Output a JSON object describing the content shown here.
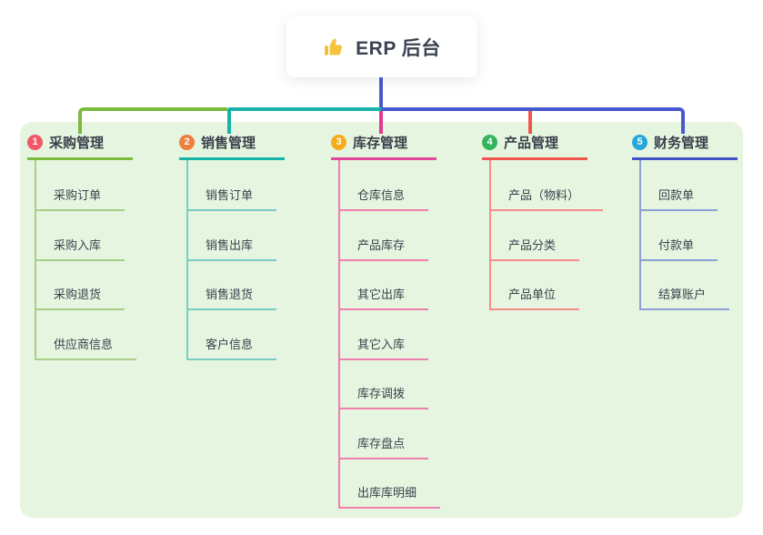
{
  "root": {
    "title": "ERP 后台",
    "icon": "thumbs-up-icon"
  },
  "colors": {
    "panel_bg": "#E5F5E0",
    "root_blue": "#4859CE",
    "green": "#7CBA3F",
    "teal": "#17B3A6",
    "magenta": "#E23A92",
    "red": "#F2544E",
    "title_text": "#3B4251",
    "item_text": "#3C414D",
    "thumb_gold": "#F5B82E"
  },
  "branches": [
    {
      "num": "1",
      "label": "采购管理",
      "badge_color": "#F25767",
      "line_color": "#7CBA3F",
      "item_line_color": "#A9CE87",
      "items": [
        "采购订单",
        "采购入库",
        "采购退货",
        "供应商信息"
      ]
    },
    {
      "num": "2",
      "label": "销售管理",
      "badge_color": "#EF7E3E",
      "line_color": "#17B3A6",
      "item_line_color": "#7ACCC6",
      "items": [
        "销售订单",
        "销售出库",
        "销售退货",
        "客户信息"
      ]
    },
    {
      "num": "3",
      "label": "库存管理",
      "badge_color": "#F8AC1C",
      "line_color": "#E1459C",
      "item_line_color": "#F07FAF",
      "items": [
        "仓库信息",
        "产品库存",
        "其它出库",
        "其它入库",
        "库存调拨",
        "库存盘点",
        "出库库明细"
      ]
    },
    {
      "num": "4",
      "label": "产品管理",
      "badge_color": "#35B45C",
      "line_color": "#F2544E",
      "item_line_color": "#F58E88",
      "items": [
        "产品（物料）",
        "产品分类",
        "产品单位"
      ]
    },
    {
      "num": "5",
      "label": "财务管理",
      "badge_color": "#26A6DA",
      "line_color": "#3E53C7",
      "item_line_color": "#8E9ED6",
      "items": [
        "回款单",
        "付款单",
        "结算账户"
      ]
    }
  ]
}
